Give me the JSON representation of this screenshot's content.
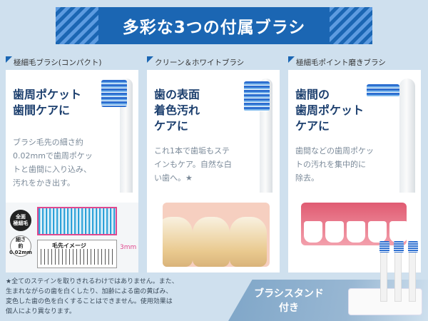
{
  "banner": {
    "title": "多彩な3つの付属ブラシ",
    "color": "#1b66b3"
  },
  "cards": [
    {
      "label": "極細毛ブラシ(コンパクト)",
      "heading": "歯周ポケット\n歯間ケアに",
      "description": "ブラシ毛先の細さ約\n0.02mmで歯周ポケッ\nトと歯間に入り込み、\n汚れをかき出す。",
      "figure": {
        "bubble_top": "全面\n極細毛",
        "bubble_bottom": "細さ\n約0.02mm",
        "hair_label": "毛先イメージ",
        "measure": "3mm"
      }
    },
    {
      "label": "クリーン＆ホワイトブラシ",
      "heading": "歯の表面\n着色汚れ\nケアに",
      "description": "これ1本で歯垢もステ\nインもケア。自然な白\nい歯へ。★"
    },
    {
      "label": "極細毛ポイント磨きブラシ",
      "heading": "歯間の\n歯周ポケット\nケアに",
      "description": "歯間などの歯周ポケッ\nトの汚れを集中的に\n除去。"
    }
  ],
  "footnote": "★全てのステインを取りきれるわけではありません。また、\n生まれながらの歯を白くしたり、加齢による歯の黄ばみ、\n変色した歯の色を白くすることはできません。使用効果は\n個人により異なります。",
  "stand": {
    "title": "ブラシスタンド\n付き"
  },
  "colors": {
    "background": "#cfe0ee",
    "heading_text": "#1c3f6e",
    "desc_text": "#7b8a99",
    "accent_pink": "#e0488e"
  }
}
